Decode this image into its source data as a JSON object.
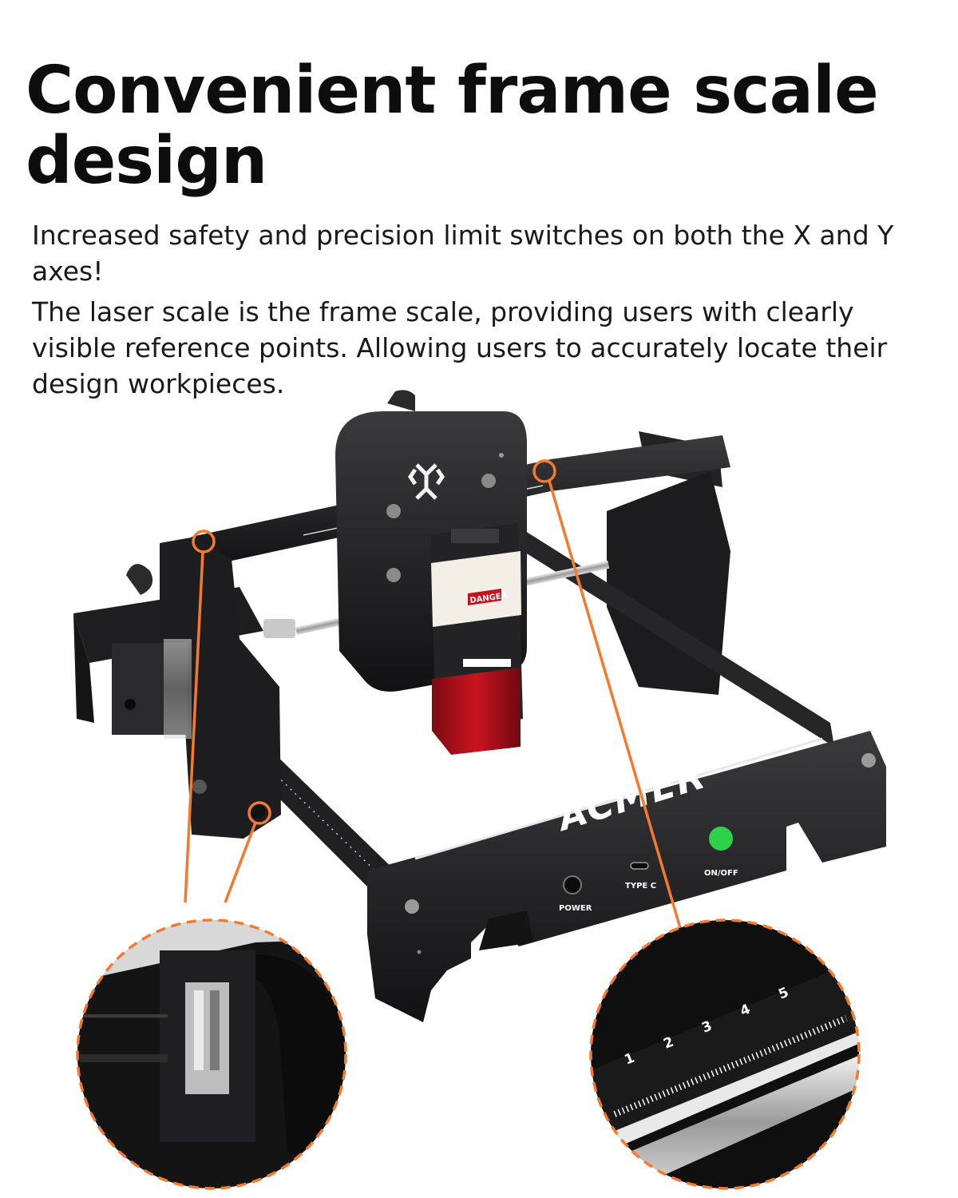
{
  "headline": "Convenient frame scale design",
  "paragraphs": [
    "Increased safety and precision limit switches on both the X and Y axes!",
    "The laser scale is the frame scale, providing users with clearly visible reference points. Allowing users to accurately locate their design workpieces."
  ],
  "product": {
    "brand": "ACMER",
    "front_labels": {
      "power": "POWER",
      "type_c": "TYPE C",
      "on_off": "ON/OFF"
    },
    "module_warning": "DANGER",
    "scale_numbers": [
      "1",
      "2",
      "3",
      "4",
      "5"
    ]
  },
  "colors": {
    "accent_orange": "#f47a30",
    "frame_black": "#1c1c1e",
    "power_button_green": "#2fd14a",
    "laser_red": "#b3121c"
  }
}
